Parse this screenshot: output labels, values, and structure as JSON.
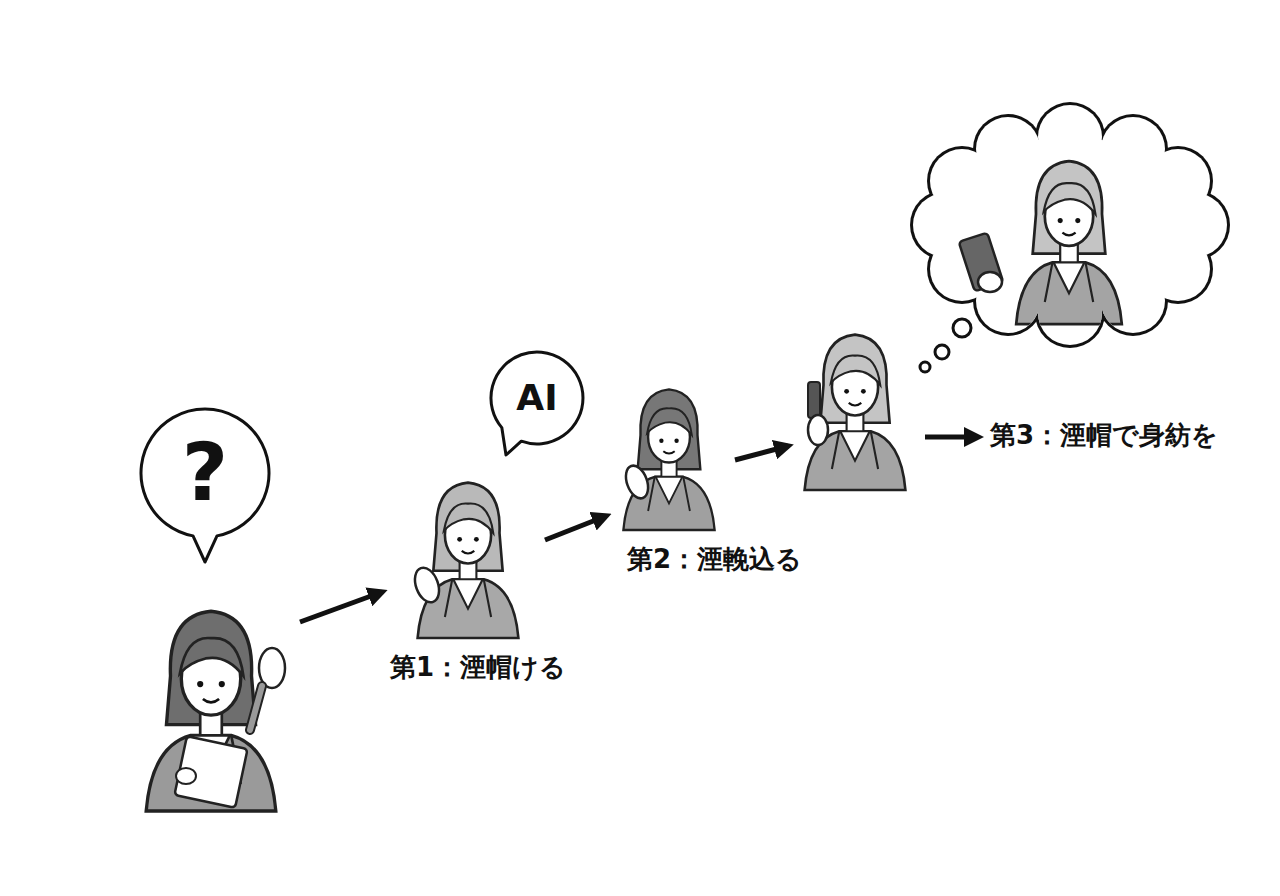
{
  "diagram": {
    "nodes": [
      {
        "text": [
          "?"
        ]
      },
      {
        "text": [
          "AI"
        ]
      }
    ],
    "labels": [
      "第1：湮帽ける",
      "第2：湮輓込る",
      "第3：湮帽で身紡を"
    ]
  }
}
